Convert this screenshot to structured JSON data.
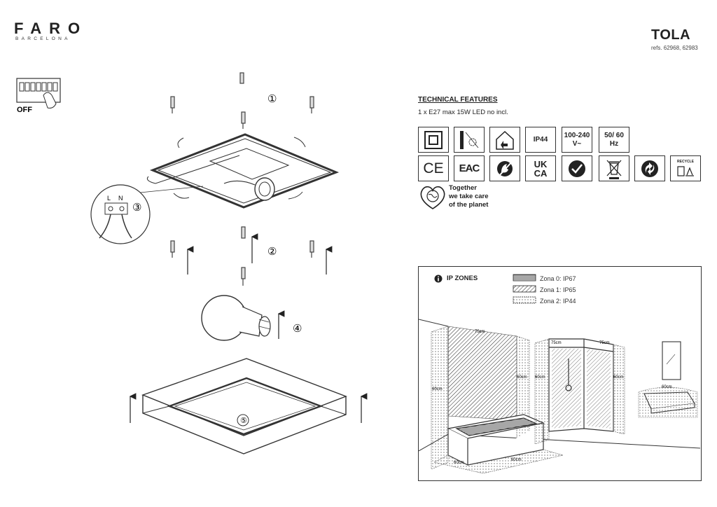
{
  "brand": {
    "name": "FARO",
    "sub": "BARCELONA"
  },
  "product": {
    "title": "TOLA",
    "refs": "refs. 62968, 62983"
  },
  "switch_label": "OFF",
  "wire_labels": {
    "l": "L",
    "n": "N"
  },
  "steps": [
    "①",
    "②",
    "③",
    "④",
    "⑤"
  ],
  "technical": {
    "title": "TECHNICAL FEATURES",
    "spec": "1 x E27 max 15W LED no incl.",
    "icons_row1": [
      {
        "icon": "double-insulation-icon"
      },
      {
        "icon": "wall-mount-icon"
      },
      {
        "icon": "indoor-use-icon"
      },
      {
        "icon": "ip-rating-icon",
        "text": "IP44"
      },
      {
        "icon": "voltage-icon",
        "text": "100-240",
        "text2": "V~"
      },
      {
        "icon": "frequency-icon",
        "text": "50/ 60",
        "text2": "Hz"
      }
    ],
    "icons_row2": [
      {
        "icon": "ce-mark-icon",
        "text": "CE"
      },
      {
        "icon": "eac-mark-icon",
        "text": "EAC"
      },
      {
        "icon": "fire-safety-icon"
      },
      {
        "icon": "ukca-mark-icon",
        "text": "UK",
        "text2": "CA"
      },
      {
        "icon": "quality-check-icon"
      },
      {
        "icon": "weee-bin-icon"
      },
      {
        "icon": "green-dot-icon"
      },
      {
        "icon": "recycle-icon",
        "text": "RECYCLE"
      }
    ],
    "planet_lines": [
      "Together",
      "we take care",
      "of the planet"
    ]
  },
  "ip_zones": {
    "title": "IP ZONES",
    "legend": [
      {
        "label": "Zona 0: IP67"
      },
      {
        "label": "Zona 1: IP65"
      },
      {
        "label": "Zona 2: IP44"
      }
    ],
    "measures": {
      "m75a": "75cm",
      "m75b": "75cm",
      "m75c": "75cm",
      "m60a": "60cm",
      "m60b": "60cm",
      "m60c": "60cm",
      "m60d": "60cm",
      "m60e": "60cm",
      "m60f": "60cm",
      "m60g": "60cm"
    }
  }
}
